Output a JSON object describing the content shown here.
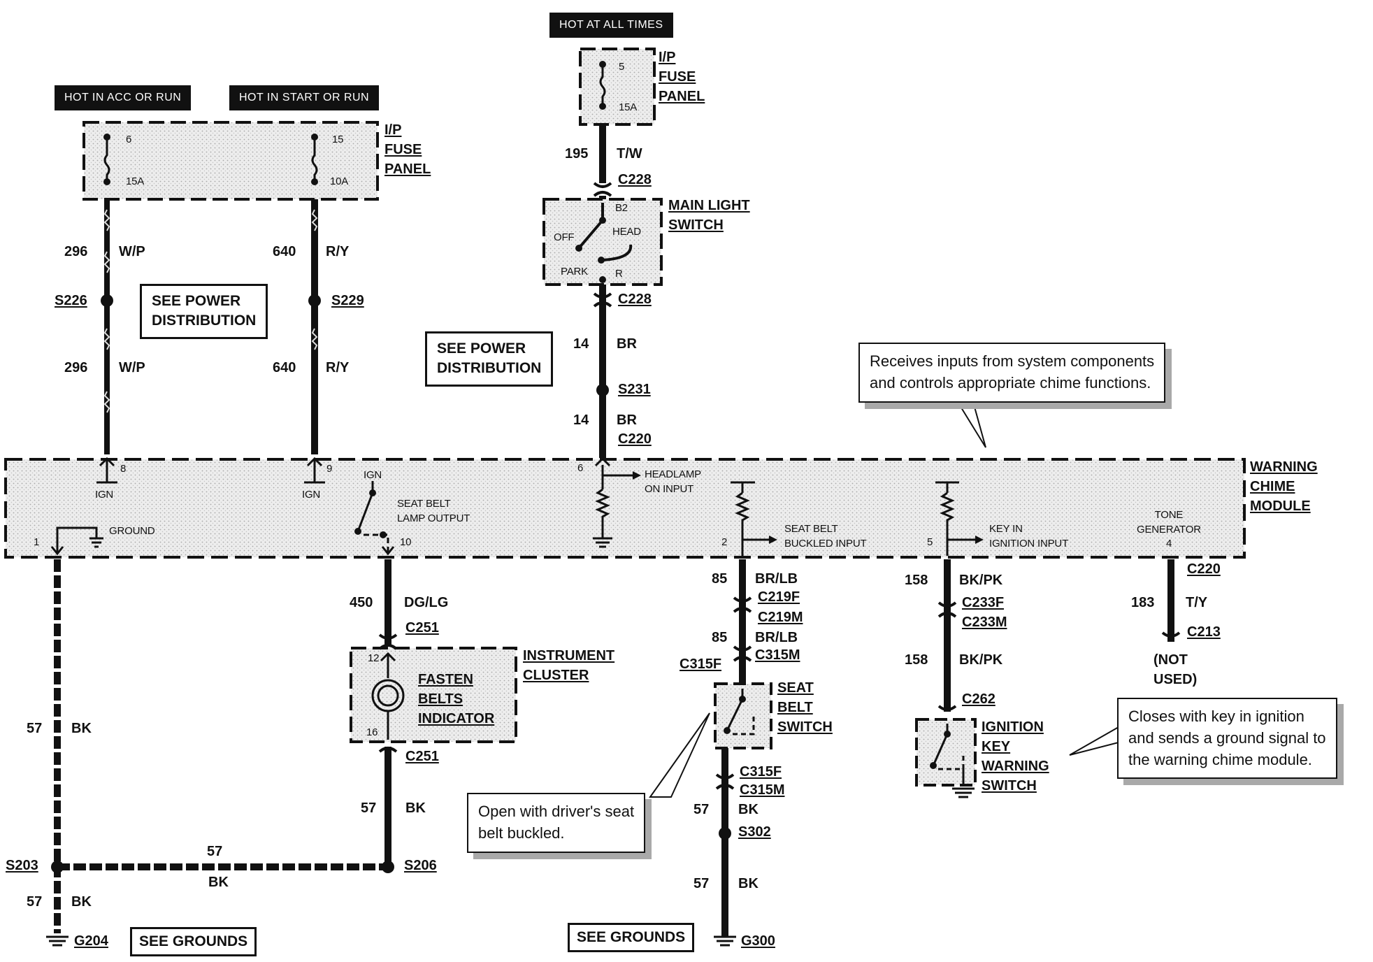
{
  "headers": {
    "hot_acc_run": "HOT IN ACC OR RUN",
    "hot_start_run": "HOT IN START OR RUN",
    "hot_all_times": "HOT AT ALL TIMES"
  },
  "fuse_panel_left": {
    "title": [
      "I/P",
      "FUSE",
      "PANEL"
    ],
    "fuse_a_num": "6",
    "fuse_a_amp": "15A",
    "fuse_b_num": "15",
    "fuse_b_amp": "10A"
  },
  "fuse_panel_top": {
    "title": [
      "I/P",
      "FUSE",
      "PANEL"
    ],
    "fuse_num": "5",
    "fuse_amp": "15A"
  },
  "wires": {
    "w296_a": {
      "circuit": "296",
      "color": "W/P"
    },
    "w296_b": {
      "circuit": "296",
      "color": "W/P"
    },
    "w640_a": {
      "circuit": "640",
      "color": "R/Y"
    },
    "w640_b": {
      "circuit": "640",
      "color": "R/Y"
    },
    "w195": {
      "circuit": "195",
      "color": "T/W"
    },
    "w14_a": {
      "circuit": "14",
      "color": "BR"
    },
    "w14_b": {
      "circuit": "14",
      "color": "BR"
    },
    "w450": {
      "circuit": "450",
      "color": "DG/LG"
    },
    "w85_a": {
      "circuit": "85",
      "color": "BR/LB"
    },
    "w85_b": {
      "circuit": "85",
      "color": "BR/LB"
    },
    "w158_a": {
      "circuit": "158",
      "color": "BK/PK"
    },
    "w158_b": {
      "circuit": "158",
      "color": "BK/PK"
    },
    "w183": {
      "circuit": "183",
      "color": "T/Y"
    },
    "w57_left": {
      "circuit": "57",
      "color": "BK"
    },
    "w57_cluster": {
      "circuit": "57",
      "color": "BK"
    },
    "w57_horiz": {
      "circuit": "57",
      "color": "BK"
    },
    "w57_g204": {
      "circuit": "57",
      "color": "BK"
    },
    "w57_seat_a": {
      "circuit": "57",
      "color": "BK"
    },
    "w57_seat_b": {
      "circuit": "57",
      "color": "BK"
    }
  },
  "splices": {
    "s226": "S226",
    "s229": "S229",
    "s231": "S231",
    "s203": "S203",
    "s206": "S206",
    "s302": "S302"
  },
  "connectors": {
    "c228_top": "C228",
    "c228_bot": "C228",
    "c220_top": "C220",
    "c251_top": "C251",
    "c251_bot": "C251",
    "c219f": "C219F",
    "c219m": "C219M",
    "c315m_top": "C315M",
    "c315f_top": "C315F",
    "c315f_bot": "C315F",
    "c315m_bot": "C315M",
    "c233f": "C233F",
    "c233m": "C233M",
    "c262": "C262",
    "c220_right": "C220",
    "c213": "C213"
  },
  "grounds": {
    "g204": "G204",
    "g300": "G300"
  },
  "see_boxes": {
    "power_dist_left": [
      "SEE POWER",
      "DISTRIBUTION"
    ],
    "power_dist_mid": [
      "SEE POWER",
      "DISTRIBUTION"
    ],
    "grounds_left": "SEE GROUNDS",
    "grounds_mid": "SEE GROUNDS"
  },
  "main_light_switch": {
    "title": [
      "MAIN LIGHT",
      "SWITCH"
    ],
    "off": "OFF",
    "head": "HEAD",
    "park": "PARK",
    "pin_b2": "B2",
    "pin_r": "R"
  },
  "module": {
    "title": [
      "WARNING",
      "CHIME",
      "MODULE"
    ],
    "pin8": "8",
    "pin9": "9",
    "ign_8": "IGN",
    "ign_9": "IGN",
    "ign_sw": "IGN",
    "pin1": "1",
    "ground": "GROUND",
    "seat_belt_lamp_output": [
      "SEAT BELT",
      "LAMP OUTPUT"
    ],
    "pin10": "10",
    "pin6": "6",
    "headlamp_on_input": [
      "HEADLAMP",
      "ON INPUT"
    ],
    "pin2": "2",
    "seat_belt_buckled_input": [
      "SEAT BELT",
      "BUCKLED INPUT"
    ],
    "pin5": "5",
    "key_in_ignition_input": [
      "KEY IN",
      "IGNITION INPUT"
    ],
    "tone_generator": [
      "TONE",
      "GENERATOR"
    ],
    "pin4": "4"
  },
  "instrument_cluster": {
    "title": [
      "INSTRUMENT",
      "CLUSTER"
    ],
    "indicator": [
      "FASTEN",
      "BELTS",
      "INDICATOR"
    ],
    "pin12": "12",
    "pin16": "16"
  },
  "seat_belt_switch": {
    "title": [
      "SEAT",
      "BELT",
      "SWITCH"
    ]
  },
  "ignition_key_warning_switch": {
    "title": [
      "IGNITION",
      "KEY",
      "WARNING",
      "SWITCH"
    ]
  },
  "not_used": [
    "(NOT",
    "USED)"
  ],
  "notes": {
    "module_note": [
      "Receives inputs from system components",
      "and controls appropriate chime functions."
    ],
    "seat_note": [
      "Open with driver's seat",
      "belt buckled."
    ],
    "key_note": [
      "Closes with key in ignition",
      "and sends a ground signal to",
      "the warning chime module."
    ]
  }
}
